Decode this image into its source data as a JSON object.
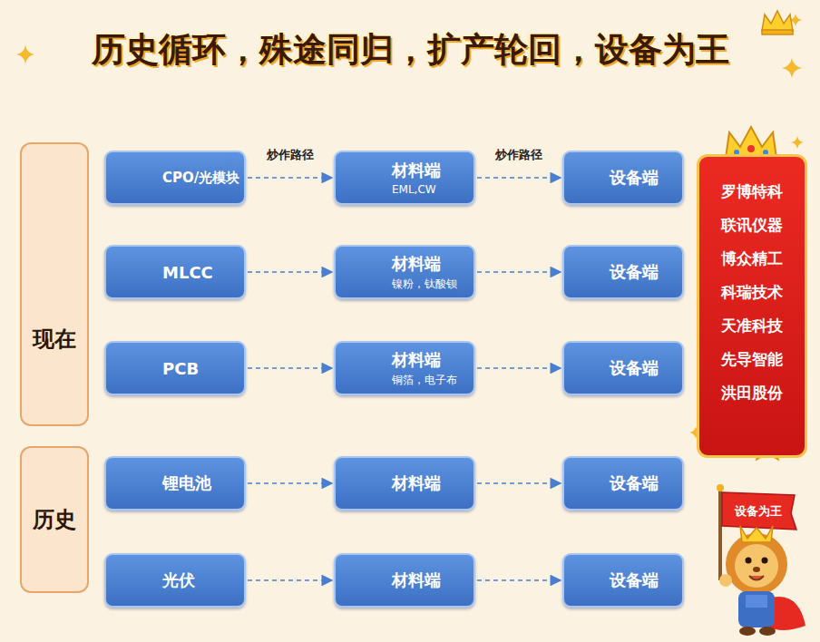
{
  "diagram": {
    "title": "历史循环，殊途同归，扩产轮回，设备为王",
    "nodes": [
      {
        "text": [
          "现在"
        ]
      },
      {
        "text": [
          "CPO/光模块"
        ]
      },
      {
        "text": [
          "材料端",
          "EML,CW"
        ]
      },
      {
        "text": [
          "设备端"
        ]
      },
      {
        "text": [
          "MLCC"
        ]
      },
      {
        "text": [
          "材料端",
          "镍粉，钛酸钡"
        ]
      },
      {
        "text": [
          "设备端"
        ]
      },
      {
        "text": [
          "PCB"
        ]
      },
      {
        "text": [
          "材料端",
          "铜箔，电子布"
        ]
      },
      {
        "text": [
          "设备端"
        ]
      },
      {
        "text": [
          "历史"
        ]
      },
      {
        "text": [
          "锂电池"
        ]
      },
      {
        "text": [
          "材料端"
        ]
      },
      {
        "text": [
          "设备端"
        ]
      },
      {
        "text": [
          "光伏"
        ]
      },
      {
        "text": [
          "材料端"
        ]
      },
      {
        "text": [
          "设备端"
        ]
      },
      {
        "text": [
          "罗博特科",
          "联讯仪器",
          "博众精工",
          "科瑞技术",
          "天准科技",
          "先导智能",
          "洪田股份"
        ]
      }
    ],
    "edges": [
      {
        "from": 1,
        "to": 2,
        "label": "炒作路径",
        "arrow": "to"
      },
      {
        "from": 2,
        "to": 3,
        "label": "炒作路径",
        "arrow": "to"
      },
      {
        "from": 4,
        "to": 5,
        "arrow": "to"
      },
      {
        "from": 5,
        "to": 6,
        "arrow": "to"
      },
      {
        "from": 7,
        "to": 8,
        "arrow": "to"
      },
      {
        "from": 8,
        "to": 9,
        "arrow": "to"
      },
      {
        "from": 11,
        "to": 12,
        "arrow": "to"
      },
      {
        "from": 12,
        "to": 13,
        "arrow": "to"
      },
      {
        "from": 14,
        "to": 15,
        "arrow": "to"
      },
      {
        "from": 15,
        "to": 16,
        "arrow": "to"
      }
    ],
    "labels": [
      "设备为王"
    ]
  }
}
